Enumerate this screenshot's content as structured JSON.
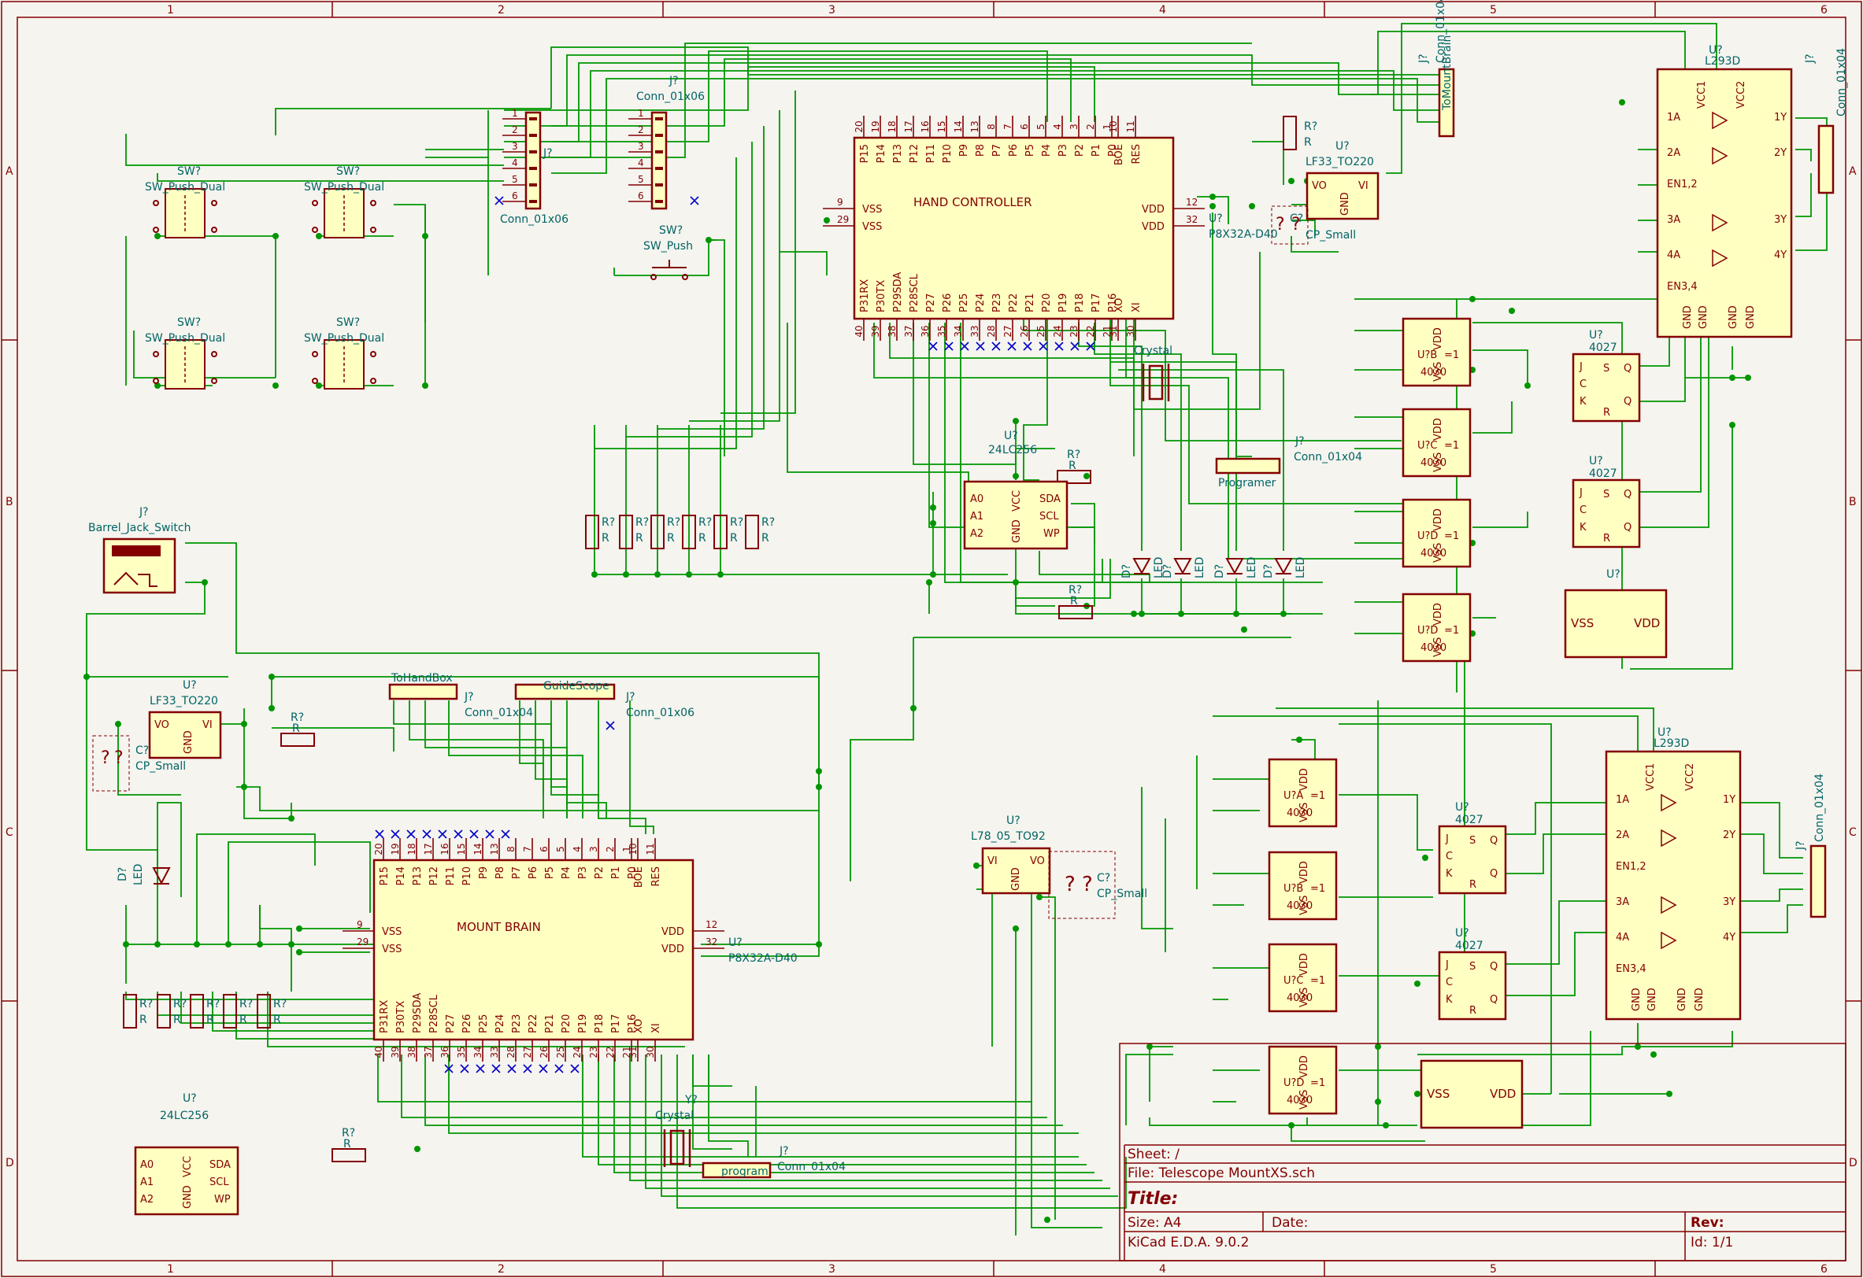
{
  "frame": {
    "columns": [
      "1",
      "2",
      "3",
      "4",
      "5",
      "6"
    ],
    "rows": [
      "A",
      "B",
      "C",
      "D"
    ]
  },
  "title_block": {
    "sheet": "Sheet: /",
    "file": "File: Telescope MountXS.sch",
    "title": "Title:",
    "size": "Size: A4",
    "date": "Date:",
    "rev": "Rev:",
    "app": "KiCad E.D.A. 9.0.2",
    "id": "Id: 1/1"
  },
  "hand_controller": {
    "ref": "U?",
    "value": "P8X32A-D40",
    "name": "HAND CONTROLLER",
    "top_pins": [
      "P15",
      "P14",
      "P13",
      "P12",
      "P11",
      "P10",
      "P9",
      "P8",
      "P7",
      "P6",
      "P5",
      "P4",
      "P3",
      "P2",
      "P1",
      "P0"
    ],
    "top_nums": [
      "20",
      "19",
      "18",
      "17",
      "16",
      "15",
      "14",
      "13",
      "8",
      "7",
      "6",
      "5",
      "4",
      "3",
      "2",
      "1"
    ],
    "bottom_pins": [
      "P31RX",
      "P30TX",
      "P29SDA",
      "P28SCL",
      "P27",
      "P26",
      "P25",
      "P24",
      "P23",
      "P22",
      "P21",
      "P20",
      "P19",
      "P18",
      "P17",
      "P16"
    ],
    "bottom_nums": [
      "40",
      "39",
      "38",
      "37",
      "36",
      "35",
      "34",
      "33",
      "28",
      "27",
      "26",
      "25",
      "24",
      "23",
      "22",
      "21"
    ],
    "left_pins": [
      "VSS",
      "VSS"
    ],
    "left_nums": [
      "9",
      "29"
    ],
    "right_pins": [
      "VDD",
      "VDD"
    ],
    "right_nums": [
      "12",
      "32"
    ],
    "boe": "BOE",
    "res": "RES",
    "xo": "XO",
    "xi": "XI",
    "boe_num": "10",
    "res_num": "11",
    "xo_num": "31",
    "xi_num": "30"
  },
  "mount_brain": {
    "ref": "U?",
    "value": "P8X32A-D40",
    "name": "MOUNT BRAIN",
    "top_pins": [
      "P15",
      "P14",
      "P13",
      "P12",
      "P11",
      "P10",
      "P9",
      "P8",
      "P7",
      "P6",
      "P5",
      "P4",
      "P3",
      "P2",
      "P1",
      "P0"
    ],
    "top_nums": [
      "20",
      "19",
      "18",
      "17",
      "16",
      "15",
      "14",
      "13",
      "8",
      "7",
      "6",
      "5",
      "4",
      "3",
      "2",
      "1"
    ],
    "bottom_pins": [
      "P31RX",
      "P30TX",
      "P29SDA",
      "P28SCL",
      "P27",
      "P26",
      "P25",
      "P24",
      "P23",
      "P22",
      "P21",
      "P20",
      "P19",
      "P18",
      "P17",
      "P16"
    ],
    "bottom_nums": [
      "40",
      "39",
      "38",
      "37",
      "36",
      "35",
      "34",
      "33",
      "28",
      "27",
      "26",
      "25",
      "24",
      "23",
      "22",
      "21"
    ],
    "left_pins": [
      "VSS",
      "VSS"
    ],
    "left_nums": [
      "9",
      "29"
    ],
    "right_pins": [
      "VDD",
      "VDD"
    ],
    "right_nums": [
      "12",
      "32"
    ],
    "boe": "BOE",
    "res": "RES",
    "xo": "XO",
    "xi": "XI",
    "boe_num": "10",
    "res_num": "11",
    "xo_num": "31",
    "xi_num": "30"
  },
  "labels": {
    "u": "U?",
    "r": "R?",
    "r_val": "R",
    "j": "J?",
    "c": "C?",
    "d": "D?",
    "y": "Y?",
    "sw": "SW?",
    "sw_push_dual": "SW_Push_Dual",
    "sw_push": "SW_Push",
    "conn_01x06": "Conn_01x06",
    "conn_01x04": "Conn_01x04",
    "lf33": "LF33_TO220",
    "l78": "L78_05_TO92",
    "cp_small": "CP_Small",
    "eeprom": "24LC256",
    "crystal": "Crystal",
    "led": "LED",
    "barrel": "Barrel_Jack_Switch",
    "programer": "Programer",
    "program": "program",
    "to_hand_box": "ToHandBox",
    "guide_scope": "GuideScope",
    "to_mount_brain": "ToMountBrain",
    "l293d": "L293D",
    "cd4030": "4030",
    "cd4027": "4027",
    "u4030a": "U?A",
    "u4030b": "U?B",
    "u4030c": "U?C",
    "u4030d": "U?D",
    "vo": "VO",
    "vi": "VI",
    "gnd": "GND",
    "vcc": "VCC",
    "vdd": "VDD",
    "vss": "VSS",
    "sda": "SDA",
    "scl": "SCL",
    "wp": "WP",
    "a0": "A0",
    "a1": "A1",
    "a2": "A2",
    "vcc1": "VCC1",
    "vcc2": "VCC2",
    "en12": "EN1,2",
    "en34": "EN3,4",
    "in1": "1A",
    "in2": "2A",
    "in3": "3A",
    "in4": "4A",
    "out1": "1Y",
    "out2": "2Y",
    "out3": "3Y",
    "out4": "4Y",
    "j_pin": "J",
    "k_pin": "K",
    "c_pin": "C",
    "s_pin": "S",
    "r_pin": "R",
    "q_pin": "Q",
    "qn_pin": "Q",
    "xor_sym": "=1",
    "q_mark": "?"
  }
}
